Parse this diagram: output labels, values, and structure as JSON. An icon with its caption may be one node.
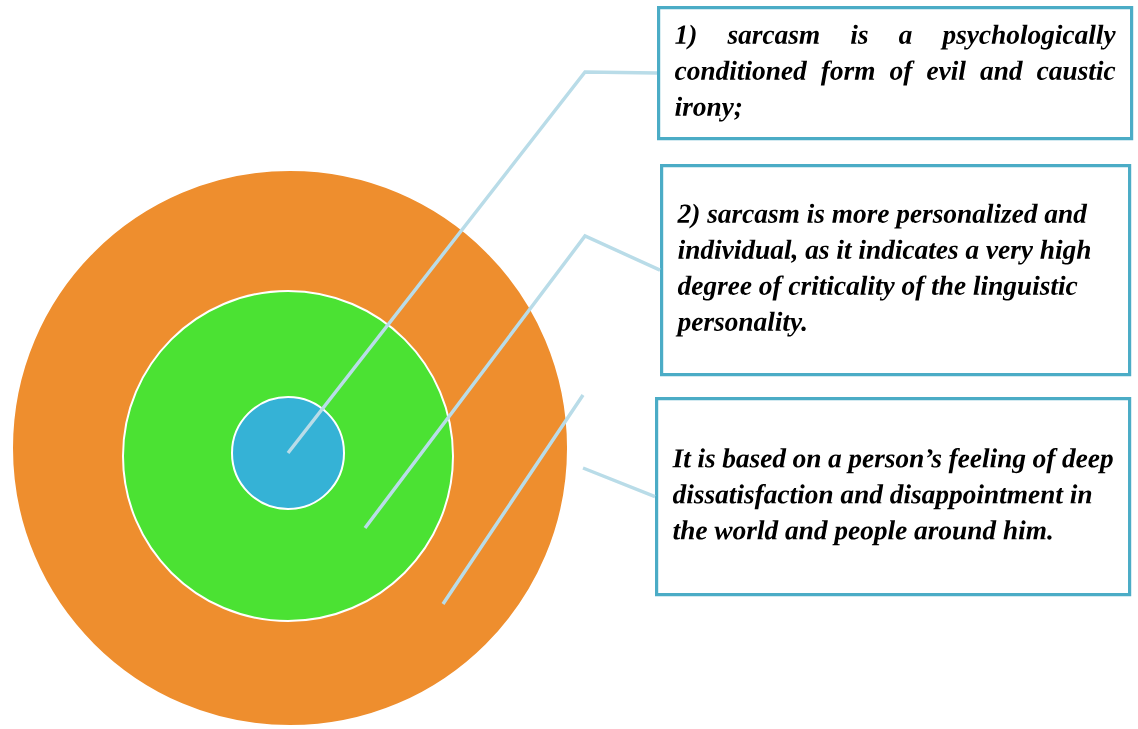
{
  "diagram": {
    "nodes": [
      {
        "text": [],
        "shape": "circle"
      },
      {
        "text": [],
        "shape": "circle",
        "in": 0
      },
      {
        "text": [],
        "shape": "circle",
        "in": 1
      },
      {
        "text": [
          "1) sarcasm is a psychologically conditioned form of evil and caustic irony;"
        ]
      },
      {
        "text": [
          "2) sarcasm is more personalized and individual, as it indicates a very high degree of criticality of the linguistic personality."
        ]
      },
      {
        "text": [
          "It is based on a person’s feeling of deep dissatisfaction and disappointment in the world and people around him."
        ]
      }
    ],
    "edges": [
      {
        "from": 3,
        "to": 2,
        "arrow": "none"
      },
      {
        "from": 4,
        "to": 1,
        "arrow": "none"
      },
      {
        "from": 5,
        "to": 0,
        "arrow": "none"
      }
    ]
  }
}
